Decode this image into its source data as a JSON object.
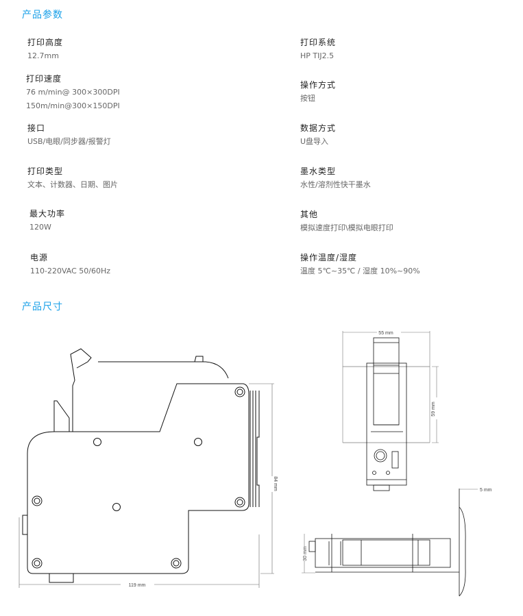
{
  "sections": {
    "params_title": "产品参数",
    "dimensions_title": "产品尺寸"
  },
  "specs_left": [
    {
      "label": "打印高度",
      "values": [
        "12.7mm"
      ]
    },
    {
      "label": "打印速度",
      "values": [
        "76 m/min@ 300×300DPI",
        "150m/min@300×150DPI"
      ]
    },
    {
      "label": "接口",
      "values": [
        "USB/电眼/同步器/报警灯"
      ]
    },
    {
      "label": "打印类型",
      "values": [
        "文本、计数器、日期、图片"
      ]
    },
    {
      "label": "最大功率",
      "values": [
        "120W"
      ]
    },
    {
      "label": "电源",
      "values": [
        "110-220VAC 50/60Hz"
      ]
    }
  ],
  "specs_right": [
    {
      "label": "打印系统",
      "values": [
        "HP TIJ2.5"
      ]
    },
    {
      "label": "操作方式",
      "values": [
        "按钮"
      ]
    },
    {
      "label": "数据方式",
      "values": [
        "U盘导入"
      ]
    },
    {
      "label": "墨水类型",
      "values": [
        "水性/溶剂性快干墨水"
      ]
    },
    {
      "label": "其他",
      "values": [
        "模拟速度打印\\模拟电眼打印"
      ]
    },
    {
      "label": "操作温度/湿度",
      "values": [
        "温度 5℃~35℃ / 湿度 10%~90%"
      ]
    }
  ],
  "dimensions": {
    "width": "119 mm",
    "height": "84 mm",
    "top_width": "55 mm",
    "top_depth": "59 mm",
    "front_height": "30 mm",
    "plate_thickness": "5 mm"
  },
  "colors": {
    "accent": "#1aa0e8"
  }
}
